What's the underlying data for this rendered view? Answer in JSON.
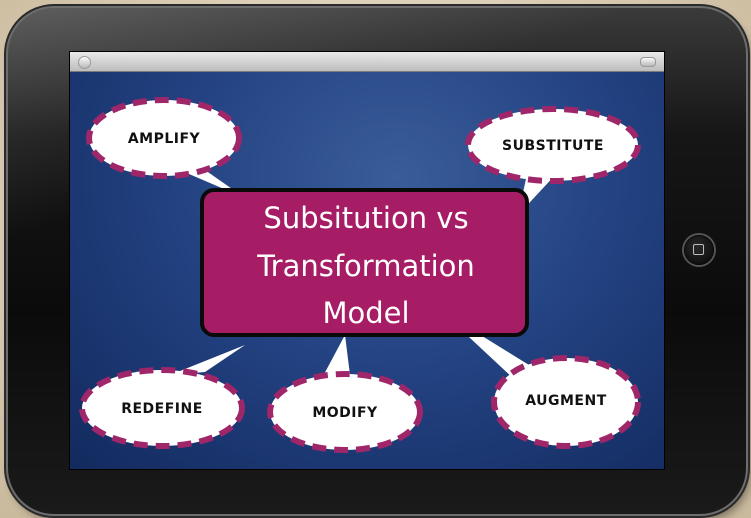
{
  "central": {
    "lines": [
      "Subsitution vs",
      "Transformation",
      "Model"
    ]
  },
  "bubbles": [
    {
      "key": "amplify",
      "label": "AMPLIFY"
    },
    {
      "key": "substitute",
      "label": "SUBSTITUTE"
    },
    {
      "key": "redefine",
      "label": "REDEFINE"
    },
    {
      "key": "modify",
      "label": "MODIFY"
    },
    {
      "key": "augment",
      "label": "AUGMENT"
    }
  ],
  "colors": {
    "central_fill": "#a61d66",
    "bubble_border": "#a0266a",
    "bubble_fill": "#ffffff",
    "screen": "#244383"
  },
  "icons": {
    "home_button": "home-button-icon"
  }
}
